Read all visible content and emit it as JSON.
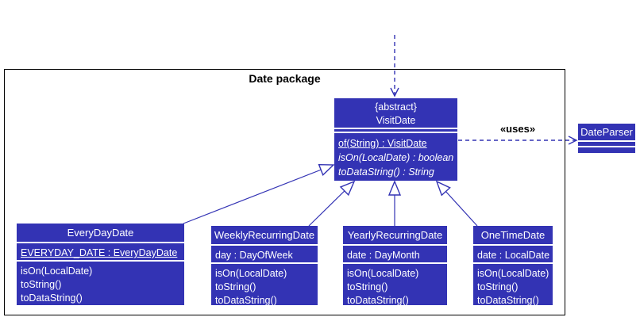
{
  "colors": {
    "box_fill": "#3333b4",
    "box_text": "#ffffff",
    "line_blue": "#3333b4",
    "package_border": "#000000"
  },
  "package": {
    "title": "Date package"
  },
  "arrows": {
    "uses_label": "«uses»"
  },
  "classes": {
    "visit_date": {
      "stereotype": "{abstract}",
      "name": "VisitDate",
      "methods": [
        "of(String) : VisitDate",
        "isOn(LocalDate) : boolean",
        "toDataString() : String"
      ]
    },
    "date_parser": {
      "name": "DateParser"
    },
    "every_day_date": {
      "name": "EveryDayDate",
      "attributes": [
        "EVERYDAY_DATE : EveryDayDate"
      ],
      "methods": [
        "isOn(LocalDate)",
        "toString()",
        "toDataString()"
      ]
    },
    "weekly_recurring_date": {
      "name": "WeeklyRecurringDate",
      "attributes": [
        "day : DayOfWeek"
      ],
      "methods": [
        "isOn(LocalDate)",
        "toString()",
        "toDataString()"
      ]
    },
    "yearly_recurring_date": {
      "name": "YearlyRecurringDate",
      "attributes": [
        "date : DayMonth"
      ],
      "methods": [
        "isOn(LocalDate)",
        "toString()",
        "toDataString()"
      ]
    },
    "one_time_date": {
      "name": "OneTimeDate",
      "attributes": [
        "date : LocalDate"
      ],
      "methods": [
        "isOn(LocalDate)",
        "toString()",
        "toDataString()"
      ]
    }
  }
}
